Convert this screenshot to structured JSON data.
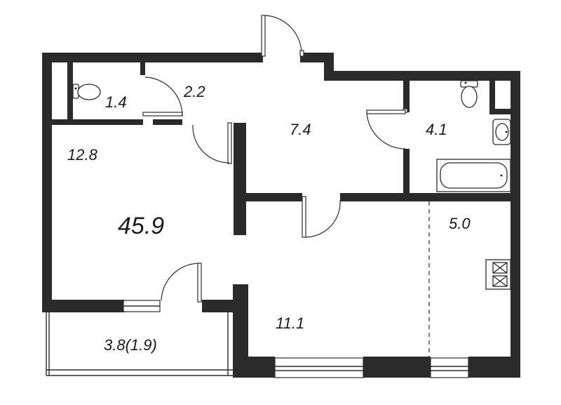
{
  "plan": {
    "total_area": "45.9",
    "rooms": [
      {
        "id": "living-room",
        "area": "12.8"
      },
      {
        "id": "toilet",
        "area": "1.4"
      },
      {
        "id": "closet",
        "area": "2.2"
      },
      {
        "id": "hallway",
        "area": "7.4"
      },
      {
        "id": "bathroom",
        "area": "4.1"
      },
      {
        "id": "kitchen",
        "area": "5.0"
      },
      {
        "id": "dining-area",
        "area": "11.1"
      },
      {
        "id": "balcony",
        "area": "3.8(1.9)"
      }
    ]
  },
  "colors": {
    "wall": "#2b2b2b",
    "background": "#ffffff"
  }
}
